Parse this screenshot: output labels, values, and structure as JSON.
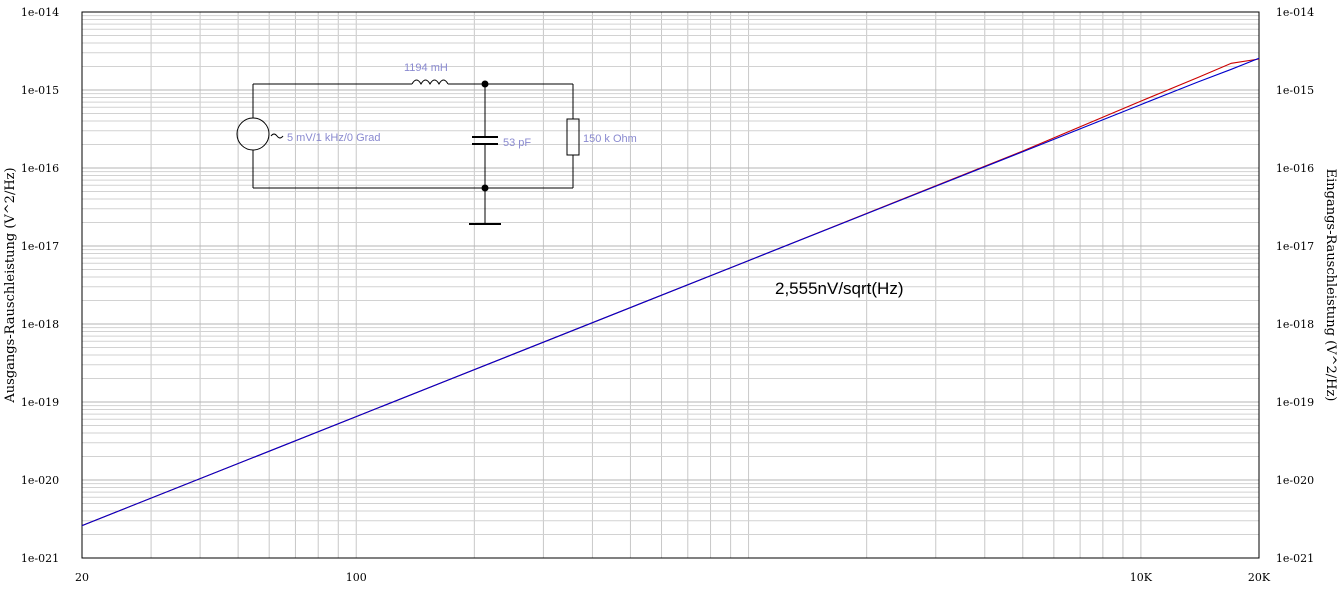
{
  "chart_data": {
    "type": "line",
    "xscale": "log",
    "yscale": "log",
    "xlim": [
      20,
      20000
    ],
    "ylim": [
      1e-21,
      1e-14
    ],
    "grid": true,
    "xlabel": "",
    "ylabel_left": "Ausgangs-Rauschleistung (V^2/Hz)",
    "ylabel_right": "Eingangs-Rauschleistung (V^2/Hz)",
    "x_tick_labels": [
      {
        "value": 20,
        "label": "20"
      },
      {
        "value": 100,
        "label": "100"
      },
      {
        "value": 10000,
        "label": "10K"
      },
      {
        "value": 20000,
        "label": "20K"
      }
    ],
    "y_tick_labels": [
      {
        "value": 1e-21,
        "label": "1e-021"
      },
      {
        "value": 1e-20,
        "label": "1e-020"
      },
      {
        "value": 1e-19,
        "label": "1e-019"
      },
      {
        "value": 1e-18,
        "label": "1e-018"
      },
      {
        "value": 1e-17,
        "label": "1e-017"
      },
      {
        "value": 1e-16,
        "label": "1e-016"
      },
      {
        "value": 1e-15,
        "label": "1e-015"
      },
      {
        "value": 1e-14,
        "label": "1e-014"
      }
    ],
    "annotation": "2,555nV/sqrt(Hz)",
    "series": [
      {
        "color": "#cc0000",
        "x": [
          20,
          100,
          1000,
          5000,
          10000,
          14000,
          17000,
          20000
        ],
        "y": [
          2.6e-21,
          6.5e-20,
          6.5e-18,
          1.65e-16,
          7.2e-16,
          1.45e-15,
          2.2e-15,
          2.5e-15
        ]
      },
      {
        "color": "#0000cc",
        "x": [
          20,
          100,
          1000,
          5000,
          10000,
          14000,
          17000,
          20000
        ],
        "y": [
          2.6e-21,
          6.5e-20,
          6.5e-18,
          1.62e-16,
          6.5e-16,
          1.27e-15,
          1.84e-15,
          2.55e-15
        ]
      }
    ]
  },
  "schematic": {
    "inductor_label": "1194 mH",
    "source_label": "5 mV/1 kHz/0 Grad",
    "capacitor_label": "53 pF",
    "resistor_label": "150 k Ohm"
  }
}
